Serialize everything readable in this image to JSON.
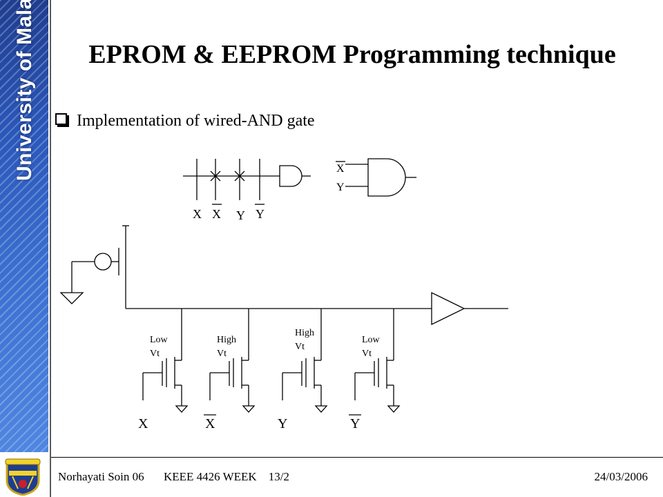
{
  "slide": {
    "title": "EPROM & EEPROM Programming technique",
    "bullet": "Implementation of wired-AND gate",
    "sidebar_text": "University of Malaya"
  },
  "footer": {
    "author": "Norhayati Soin 06",
    "course": "KEEE 4426 WEEK    13/2",
    "date": "24/03/2006"
  },
  "diagram": {
    "top_inputs": [
      "X",
      "X",
      "Y",
      "Y"
    ],
    "top_input_overbar": [
      false,
      true,
      false,
      true
    ],
    "top_inputs_crossed": [
      false,
      true,
      true,
      false
    ],
    "and_gate_inputs": [
      "X",
      "Y"
    ],
    "and_gate_input_overbar": [
      true,
      false
    ],
    "transistors": [
      {
        "threshold": "Low Vt",
        "input": "X",
        "overbar": false
      },
      {
        "threshold": "High Vt",
        "input": "X",
        "overbar": true
      },
      {
        "threshold": "High Vt",
        "input": "Y",
        "overbar": false
      },
      {
        "threshold": "Low Vt",
        "input": "Y",
        "overbar": true
      }
    ]
  },
  "colors": {
    "sidebar_top": "#1f3d8f",
    "sidebar_bottom": "#4f86e0"
  }
}
